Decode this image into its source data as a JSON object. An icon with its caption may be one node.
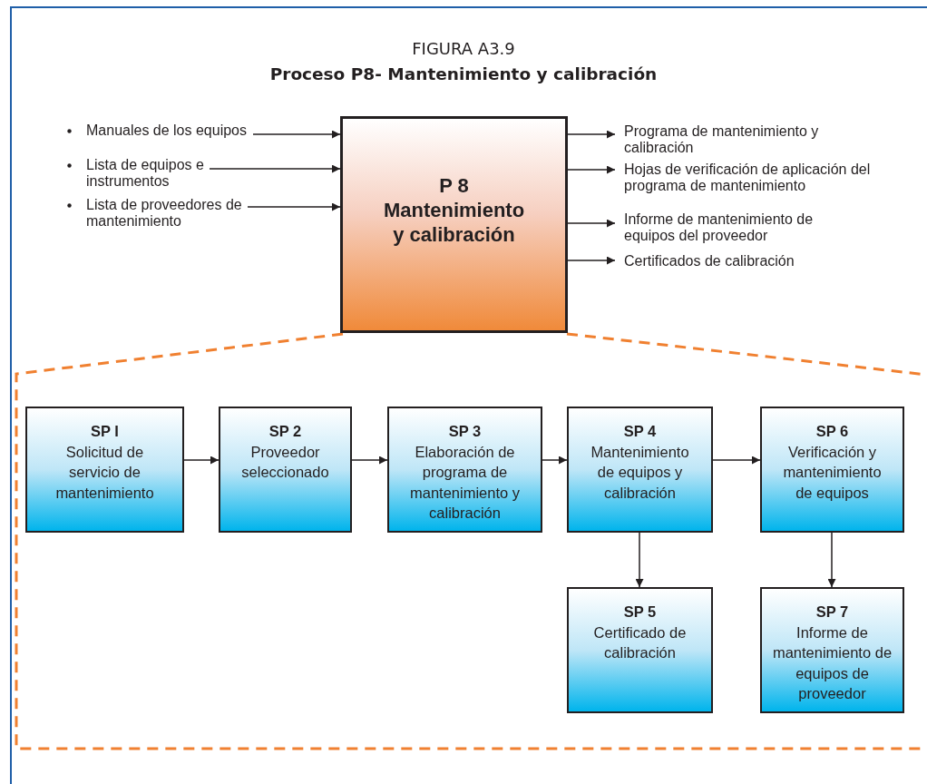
{
  "diagram": {
    "title": "Proceso P8- Mantenimiento y calibración",
    "nodes": [
      {
        "text": [
          "P 8",
          "Mantenimiento y calibración"
        ]
      },
      {
        "text": [
          "Manuales de los equipos"
        ]
      },
      {
        "text": [
          "Lista de equipos e instrumentos"
        ]
      },
      {
        "text": [
          "Lista de proveedores de mantenimiento"
        ]
      },
      {
        "text": [
          "Programa de mantenimiento y calibración"
        ]
      },
      {
        "text": [
          "Hojas de verificación de aplicación del programa de mantenimiento"
        ]
      },
      {
        "text": [
          "Informe de mantenimiento de equipos del proveedor"
        ]
      },
      {
        "text": [
          "Certificados de calibración"
        ]
      },
      {
        "text": [
          "SP I",
          "Solicitud de servicio de mantenimiento"
        ]
      },
      {
        "text": [
          "SP 2",
          "Proveedor seleccionado"
        ]
      },
      {
        "text": [
          "SP 3",
          "Elaboración de programa de mantenimiento y calibración"
        ]
      },
      {
        "text": [
          "SP 4",
          "Mantenimiento de equipos y calibración"
        ]
      },
      {
        "text": [
          "SP 6",
          "Verificación y mantenimiento de equipos"
        ]
      },
      {
        "text": [
          "SP 5",
          "Certificado de calibración"
        ]
      },
      {
        "text": [
          "SP 7",
          "Informe de mantenimiento de equipos de proveedor"
        ]
      }
    ],
    "edges": [
      {
        "from": 1,
        "to": 0,
        "arrow": "to"
      },
      {
        "from": 2,
        "to": 0,
        "arrow": "to"
      },
      {
        "from": 3,
        "to": 0,
        "arrow": "to"
      },
      {
        "from": 0,
        "to": 4,
        "arrow": "to"
      },
      {
        "from": 0,
        "to": 5,
        "arrow": "to"
      },
      {
        "from": 0,
        "to": 6,
        "arrow": "to"
      },
      {
        "from": 0,
        "to": 7,
        "arrow": "to"
      },
      {
        "from": 8,
        "to": 9,
        "arrow": "to"
      },
      {
        "from": 9,
        "to": 10,
        "arrow": "to"
      },
      {
        "from": 10,
        "to": 11,
        "arrow": "to"
      },
      {
        "from": 11,
        "to": 12,
        "arrow": "to"
      },
      {
        "from": 11,
        "to": 13,
        "arrow": "to"
      },
      {
        "from": 12,
        "to": 14,
        "arrow": "to"
      }
    ],
    "labels": [
      "FIGURA A3.9"
    ]
  }
}
